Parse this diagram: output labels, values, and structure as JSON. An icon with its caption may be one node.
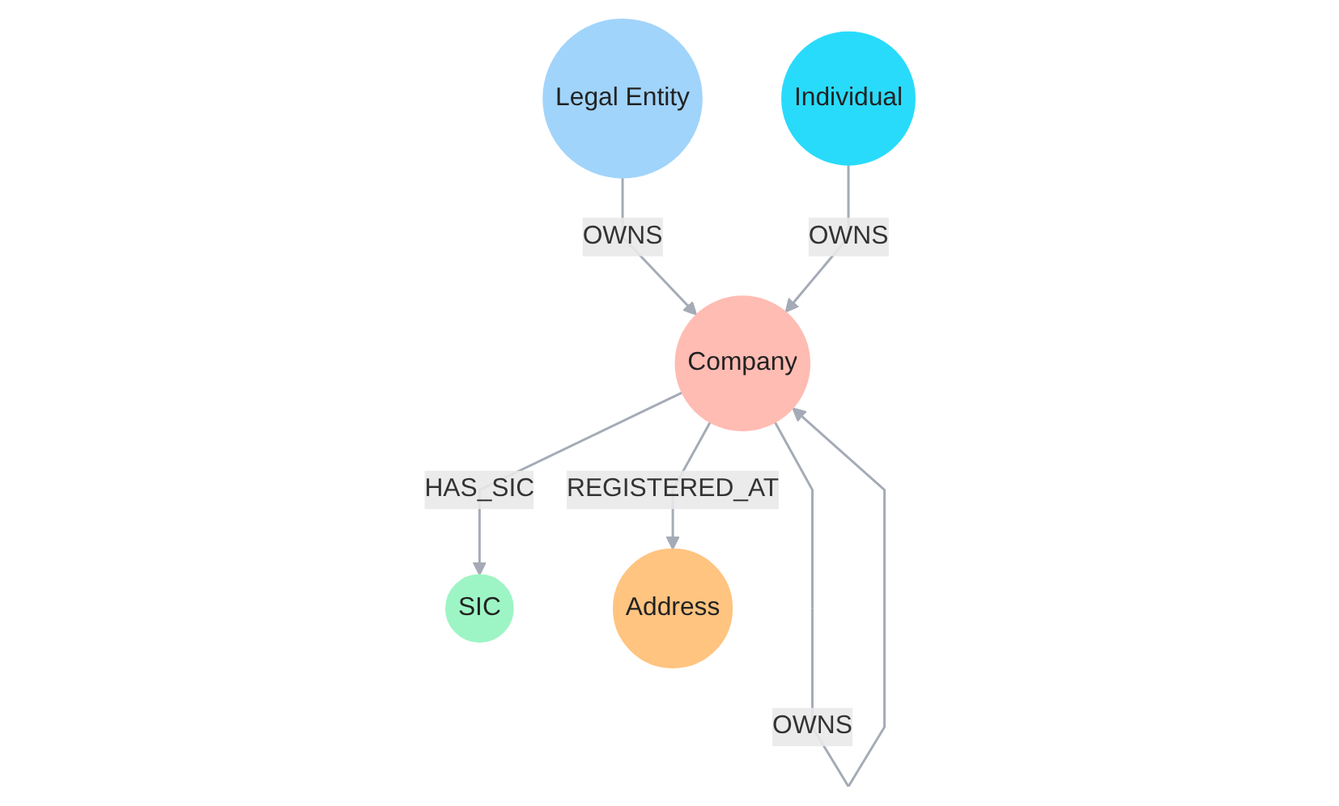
{
  "diagram": {
    "nodes": [
      {
        "text": [
          "Legal Entity"
        ]
      },
      {
        "text": [
          "Individual"
        ]
      },
      {
        "text": [
          "Company"
        ]
      },
      {
        "text": [
          "SIC"
        ]
      },
      {
        "text": [
          "Address"
        ]
      }
    ],
    "edges": [
      {
        "from": 0,
        "to": 2,
        "arrow": "to",
        "label": "OWNS"
      },
      {
        "from": 1,
        "to": 2,
        "arrow": "to",
        "label": "OWNS"
      },
      {
        "from": 2,
        "to": 2,
        "arrow": "to",
        "label": "OWNS"
      },
      {
        "from": 2,
        "to": 3,
        "arrow": "to",
        "label": "HAS_SIC"
      },
      {
        "from": 2,
        "to": 4,
        "arrow": "to",
        "label": "REGISTERED_AT"
      }
    ]
  }
}
